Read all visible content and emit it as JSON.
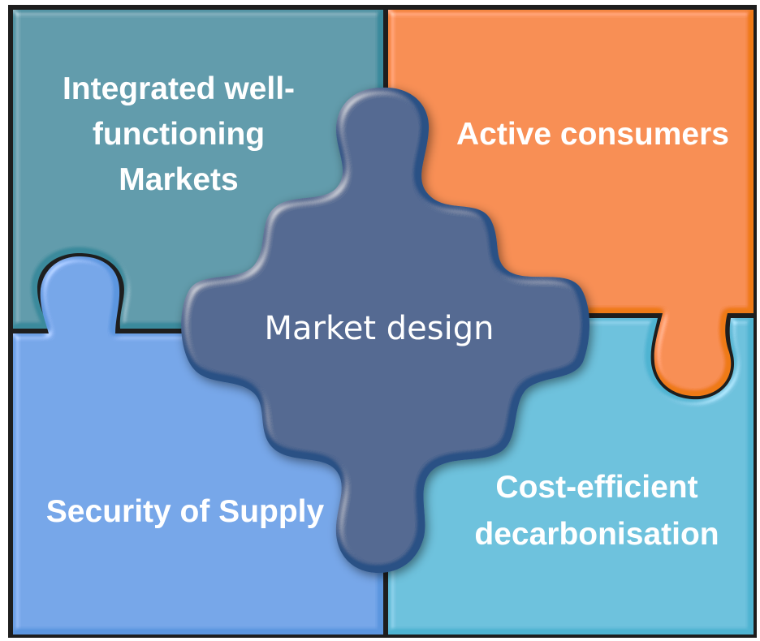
{
  "diagram": {
    "center": {
      "label": "Market design",
      "color": "#2a5185"
    },
    "pieces": {
      "top_left": {
        "lines": [
          "Integrated well-",
          "functioning",
          "Markets"
        ],
        "color": "#3a8a9c"
      },
      "top_right": {
        "lines": [
          "Active consumers"
        ],
        "color": "#ef7a17"
      },
      "bottom_left": {
        "lines": [
          "Security of Supply"
        ],
        "color": "#5b96df"
      },
      "bottom_right": {
        "lines": [
          "Cost-efficient",
          "decarbonisation"
        ],
        "color": "#4fb4d2"
      }
    },
    "border_color": "#1e1e1e"
  }
}
